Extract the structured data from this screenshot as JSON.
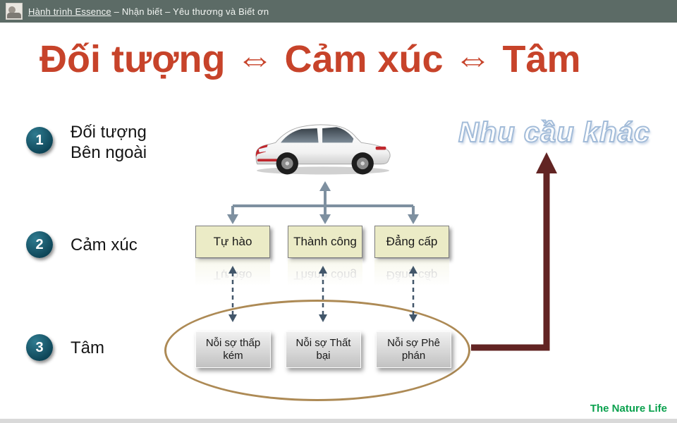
{
  "header": {
    "brand": "Hành trình Essence",
    "subtitle": " – Nhận biết – Yêu thương và Biết ơn"
  },
  "title": "Đối tượng ⇔ Cảm xúc ⇔ Tâm",
  "steps": [
    {
      "number": "1",
      "line1": "Đối tượng",
      "line2": "Bên ngoài"
    },
    {
      "number": "2",
      "line1": "Cảm xúc"
    },
    {
      "number": "3",
      "line1": "Tâm"
    }
  ],
  "emotions": [
    "Tự hào",
    "Thành công",
    "Đẳng cấp"
  ],
  "fears": [
    "Nỗi sợ thấp kém",
    "Nỗi sợ Thất bại",
    "Nỗi sợ Phê phán"
  ],
  "wordart": "Nhu cầu khác",
  "footer": "The Nature Life",
  "colors": {
    "header_bg": "#5c6b66",
    "title_red": "#c7432a",
    "badge_teal": "#0d4456",
    "solid_arrow": "#7e90a0",
    "dashed_arrow": "#42566a",
    "emotion_box_bg": "#ebebc6",
    "ellipse_brown": "#ad8a55",
    "maroon_arrow": "#622423",
    "wordart_outline": "#a3bcd9",
    "footer_green": "#0aa14e"
  }
}
